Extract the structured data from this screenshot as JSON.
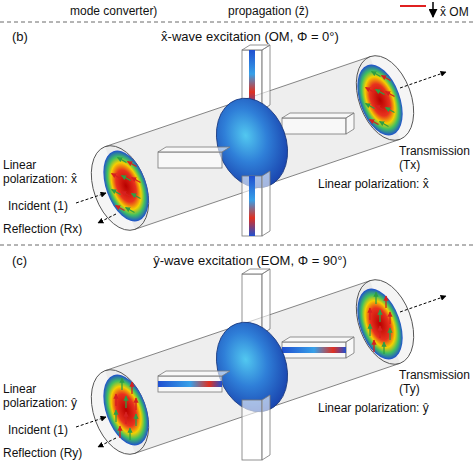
{
  "diagram": {
    "labels": [
      "mode converter)",
      "propagation (ẑ)",
      "x̂ OM",
      "(b)",
      "x̂-wave excitation (OM, Φ = 0°)",
      "Transmission (Tx)",
      "Linear polarization: x̂",
      "Linear polarization: x̂",
      "Incident (1)",
      "Reflection (Rx)",
      "(c)",
      "ŷ-wave excitation (EOM, Φ = 90°)",
      "Transmission (Ty)",
      "Linear polarization: ŷ",
      "Linear polarization: ŷ",
      "Incident (1)",
      "Reflection (Ry)"
    ]
  }
}
